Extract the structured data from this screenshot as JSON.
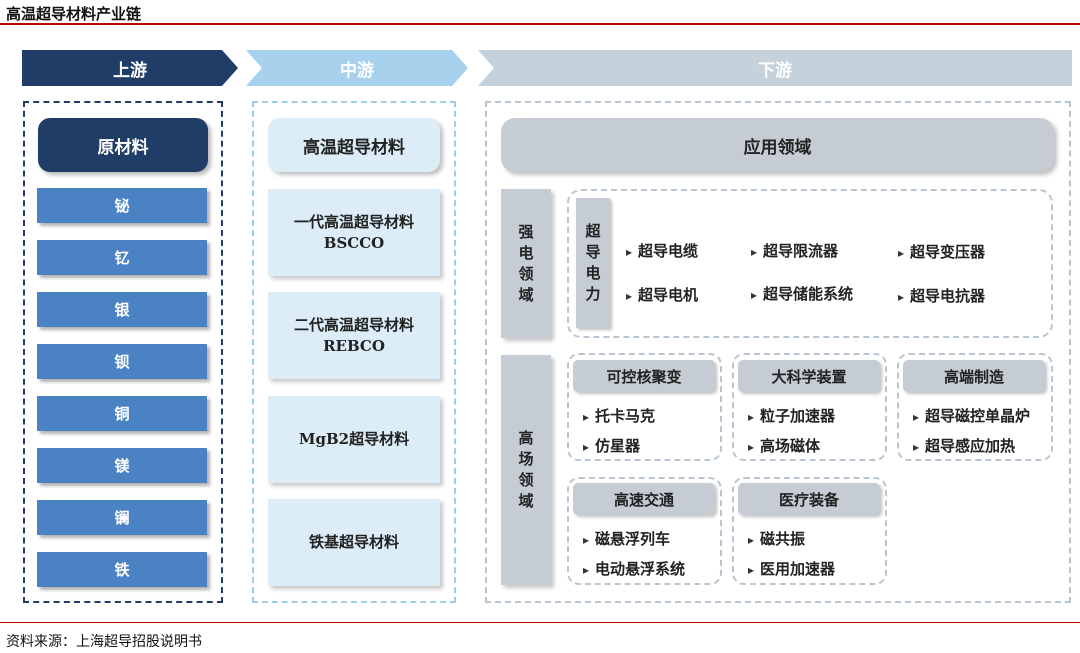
{
  "title": "高温超导材料产业链",
  "source": "资料来源：上海超导招股说明书",
  "stages": {
    "upstream": "上游",
    "midstream": "中游",
    "downstream": "下游"
  },
  "upstream": {
    "header": "原材料",
    "items": [
      "铋",
      "钇",
      "银",
      "钡",
      "铜",
      "镁",
      "镧",
      "铁"
    ]
  },
  "midstream": {
    "header": "高温超导材料",
    "items": [
      {
        "line1": "一代高温超导材料",
        "line2": "BSCCO"
      },
      {
        "line1": "二代高温超导材料",
        "line2": "REBCO"
      },
      {
        "line1": "MgB2超导材料",
        "line2": ""
      },
      {
        "line1": "铁基超导材料",
        "line2": ""
      }
    ]
  },
  "downstream": {
    "header": "应用领域",
    "strong_field": {
      "label": "强电领域",
      "group_label": "超导电力",
      "items": [
        "超导电缆",
        "超导限流器",
        "超导变压器",
        "超导电机",
        "超导储能系统",
        "超导电抗器"
      ]
    },
    "high_field": {
      "label": "高场领域",
      "groups": [
        {
          "title": "可控核聚变",
          "items": [
            "托卡马克",
            "仿星器"
          ]
        },
        {
          "title": "大科学装置",
          "items": [
            "粒子加速器",
            "高场磁体"
          ]
        },
        {
          "title": "高端制造",
          "items": [
            "超导磁控单晶炉",
            "超导感应加热"
          ]
        },
        {
          "title": "高速交通",
          "items": [
            "磁悬浮列车",
            "电动悬浮系统"
          ]
        },
        {
          "title": "医疗装备",
          "items": [
            "磁共振",
            "医用加速器"
          ]
        }
      ]
    }
  },
  "colors": {
    "dark_navy": "#1f3d66",
    "mid_blue": "#4a82c4",
    "light_blue": "#a8d1ee",
    "pale_blue": "#dcedf8",
    "grey_blue": "#c5ccd4",
    "rule_red": "#c00000"
  },
  "icons": {
    "bullet": "triangle-right-icon"
  }
}
